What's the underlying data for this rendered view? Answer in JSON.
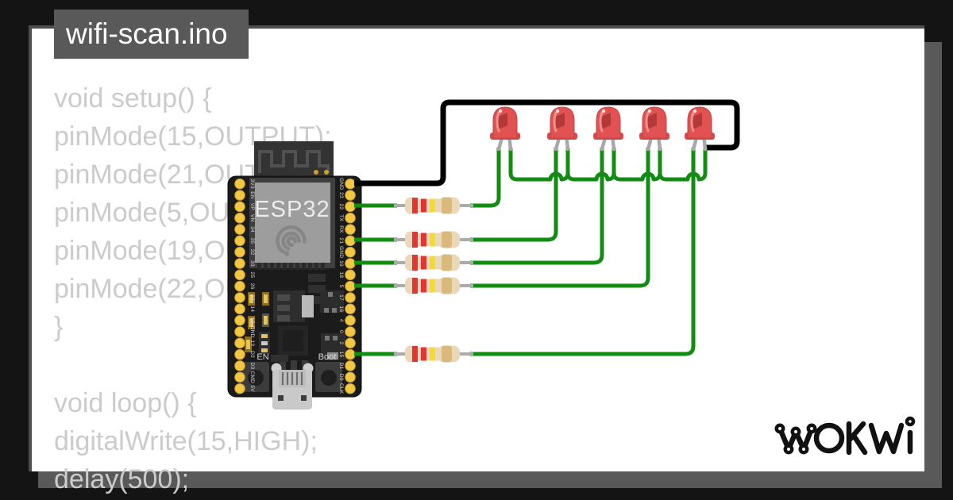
{
  "title": {
    "filename": "wifi-scan.ino"
  },
  "code": {
    "lines": [
      "void setup() {",
      "pinMode(15,OUTPUT);",
      "pinMode(21,OUTPUT);",
      "pinMode(5,OUTPUT);",
      "pinMode(19,OUTPUT);",
      "pinMode(22,OUTPUT);",
      "}",
      "",
      "void loop() {",
      "digitalWrite(15,HIGH);",
      "delay(500);"
    ]
  },
  "board": {
    "name": "ESP32 DevKit",
    "chip_label": "ESP32",
    "left_pins": [
      "3V3",
      "EN",
      "VP",
      "VN",
      "34",
      "35",
      "32",
      "33",
      "25",
      "26",
      "27",
      "14",
      "12",
      "GND",
      "13",
      "D2",
      "D3",
      "CMD",
      "5V"
    ],
    "right_pins": [
      "GND",
      "23",
      "22",
      "TX",
      "RX",
      "21",
      "GND",
      "19",
      "18",
      "5",
      "17",
      "16",
      "4",
      "0",
      "2",
      "15",
      "D1",
      "D0",
      "CLK"
    ],
    "buttons": {
      "en": "EN",
      "boot": "Boot"
    }
  },
  "circuit": {
    "leds": [
      {
        "name": "led1",
        "color": "red"
      },
      {
        "name": "led2",
        "color": "red"
      },
      {
        "name": "led3",
        "color": "red"
      },
      {
        "name": "led4",
        "color": "red"
      },
      {
        "name": "led5",
        "color": "red"
      }
    ],
    "resistors": [
      {
        "name": "resistor1",
        "bands": [
          "red",
          "red",
          "yellow",
          "gold"
        ]
      },
      {
        "name": "resistor2",
        "bands": [
          "red",
          "red",
          "yellow",
          "gold"
        ]
      },
      {
        "name": "resistor3",
        "bands": [
          "red",
          "red",
          "yellow",
          "gold"
        ]
      },
      {
        "name": "resistor4",
        "bands": [
          "red",
          "red",
          "yellow",
          "gold"
        ]
      },
      {
        "name": "resistor5",
        "bands": [
          "red",
          "red",
          "yellow",
          "gold"
        ]
      }
    ],
    "connections": [
      {
        "from": "pin GND",
        "via": "black wire",
        "to": "led5 cathode"
      },
      {
        "from": "pin 22",
        "via": "resistor1",
        "to": "led1 anode"
      },
      {
        "from": "pin 21",
        "via": "resistor2",
        "to": "led2 anode"
      },
      {
        "from": "pin 19",
        "via": "resistor3",
        "to": "led3 anode"
      },
      {
        "from": "pin 5",
        "via": "resistor4",
        "to": "led4 anode"
      },
      {
        "from": "pin 15",
        "via": "resistor5",
        "to": "led5 anode"
      },
      {
        "from": "led1 cathode",
        "to": "led2 cathode"
      },
      {
        "from": "led2 cathode",
        "to": "led3 cathode"
      },
      {
        "from": "led3 cathode",
        "to": "led4 cathode"
      },
      {
        "from": "led4 cathode",
        "to": "led5 cathode"
      }
    ]
  },
  "logo": {
    "text": "WOKWI"
  },
  "colors": {
    "background": "#141414",
    "panel": "#ffffff",
    "panel_shadow": "#595959",
    "titlebar": "#595959",
    "code_text": "#cbcbcb",
    "wire_green": "#128c12",
    "wire_black": "#000000",
    "led_red": "#e25252",
    "resistor_body": "#ead8ba",
    "pin_yellow": "#f2c744"
  }
}
